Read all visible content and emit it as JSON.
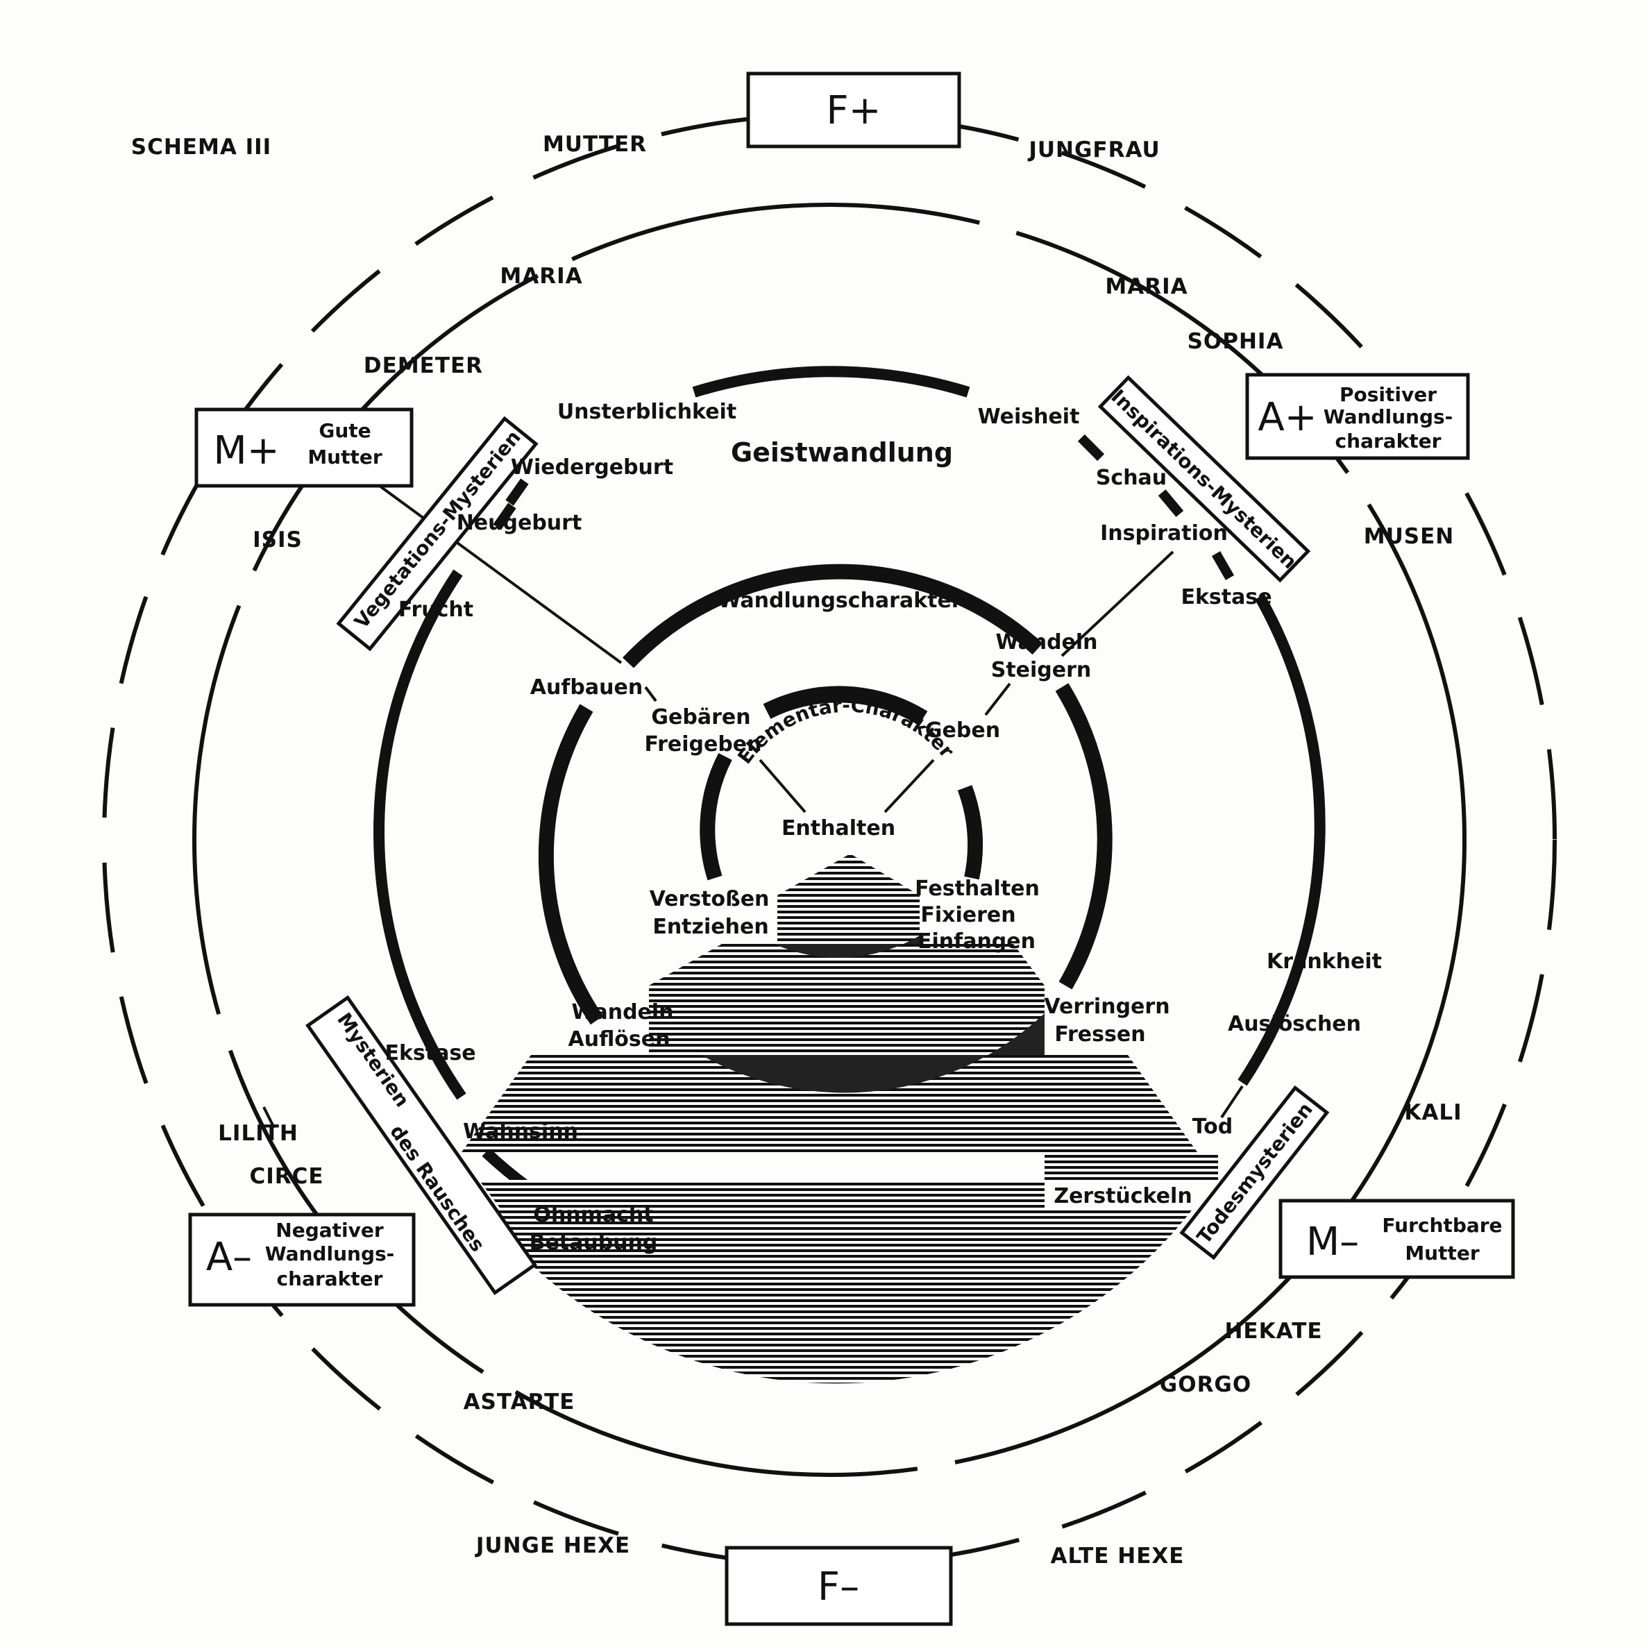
{
  "schema_title": "SCHEMA III",
  "poles": {
    "f_plus": "F+",
    "f_minus": "F–",
    "m_plus": {
      "symbol": "M+",
      "line1": "Gute",
      "line2": "Mutter"
    },
    "m_minus": {
      "symbol": "M–",
      "line1": "Furchtbare",
      "line2": "Mutter"
    },
    "a_plus": {
      "symbol": "A+",
      "line1": "Positiver",
      "line2": "Wandlungs-",
      "line3": "charakter"
    },
    "a_minus": {
      "symbol": "A–",
      "line1": "Negativer",
      "line2": "Wandlungs-",
      "line3": "charakter"
    }
  },
  "archetypes": {
    "mutter": "MUTTER",
    "jungfrau": "JUNGFRAU",
    "maria_left": "MARIA",
    "maria_right": "MARIA",
    "sophia": "SOPHIA",
    "demeter": "DEMETER",
    "isis": "ISIS",
    "musen": "MUSEN",
    "lilith": "LILITH",
    "circe": "CIRCE",
    "kali": "KALI",
    "hekate": "HEKATE",
    "gorgo": "GORGO",
    "astarte": "ASTARTE",
    "junge_hexe": "JUNGE HEXE",
    "alte_hexe": "ALTE HEXE"
  },
  "mysteries": {
    "vegetation": "Vegetations-Mysterien",
    "inspiration": "Inspirations-Mysterien",
    "rausch_line1": "Mysterien",
    "rausch_line2": "des Rausches",
    "tod": "Todesmysterien"
  },
  "outer_ring": {
    "geistwandlung": "Geistwandlung",
    "unsterblichkeit": "Unsterblichkeit",
    "wiedergeburt": "Wiedergeburt",
    "neugeburt": "Neugeburt",
    "frucht": "Frucht",
    "weisheit": "Weisheit",
    "schau": "Schau",
    "inspiration": "Inspiration",
    "ekstase_right": "Ekstase",
    "krankheit": "Krankheit",
    "ausloeschen": "Auslöschen",
    "tod": "Tod",
    "zerstueckeln": "Zerstückeln",
    "ekstase_left": "Ekstase",
    "wahnsinn": "Wahnsinn",
    "ohnmacht": "Ohnmacht",
    "betaeubung": "Betäubung"
  },
  "middle_ring": {
    "wandlungscharakter": "Wandlungscharakter",
    "aufbauen": "Aufbauen",
    "wandeln_top": "Wandeln",
    "steigern": "Steigern",
    "wandeln_bottom": "Wandeln",
    "aufloesen": "Auflösen",
    "verringern": "Verringern",
    "fressen": "Fressen"
  },
  "inner_ring": {
    "elementar_charakter": "Elementar-Charakter",
    "gebaeren": "Gebären",
    "freigeben": "Freigeben",
    "geben": "Geben",
    "enthalten": "Enthalten",
    "verstossen": "Verstoßen",
    "entziehen": "Entziehen",
    "festhalten": "Festhalten",
    "fixieren": "Fixieren",
    "einfangen": "Einfangen"
  },
  "colors": {
    "ink": "#111111",
    "paper": "#fdfdfc"
  }
}
